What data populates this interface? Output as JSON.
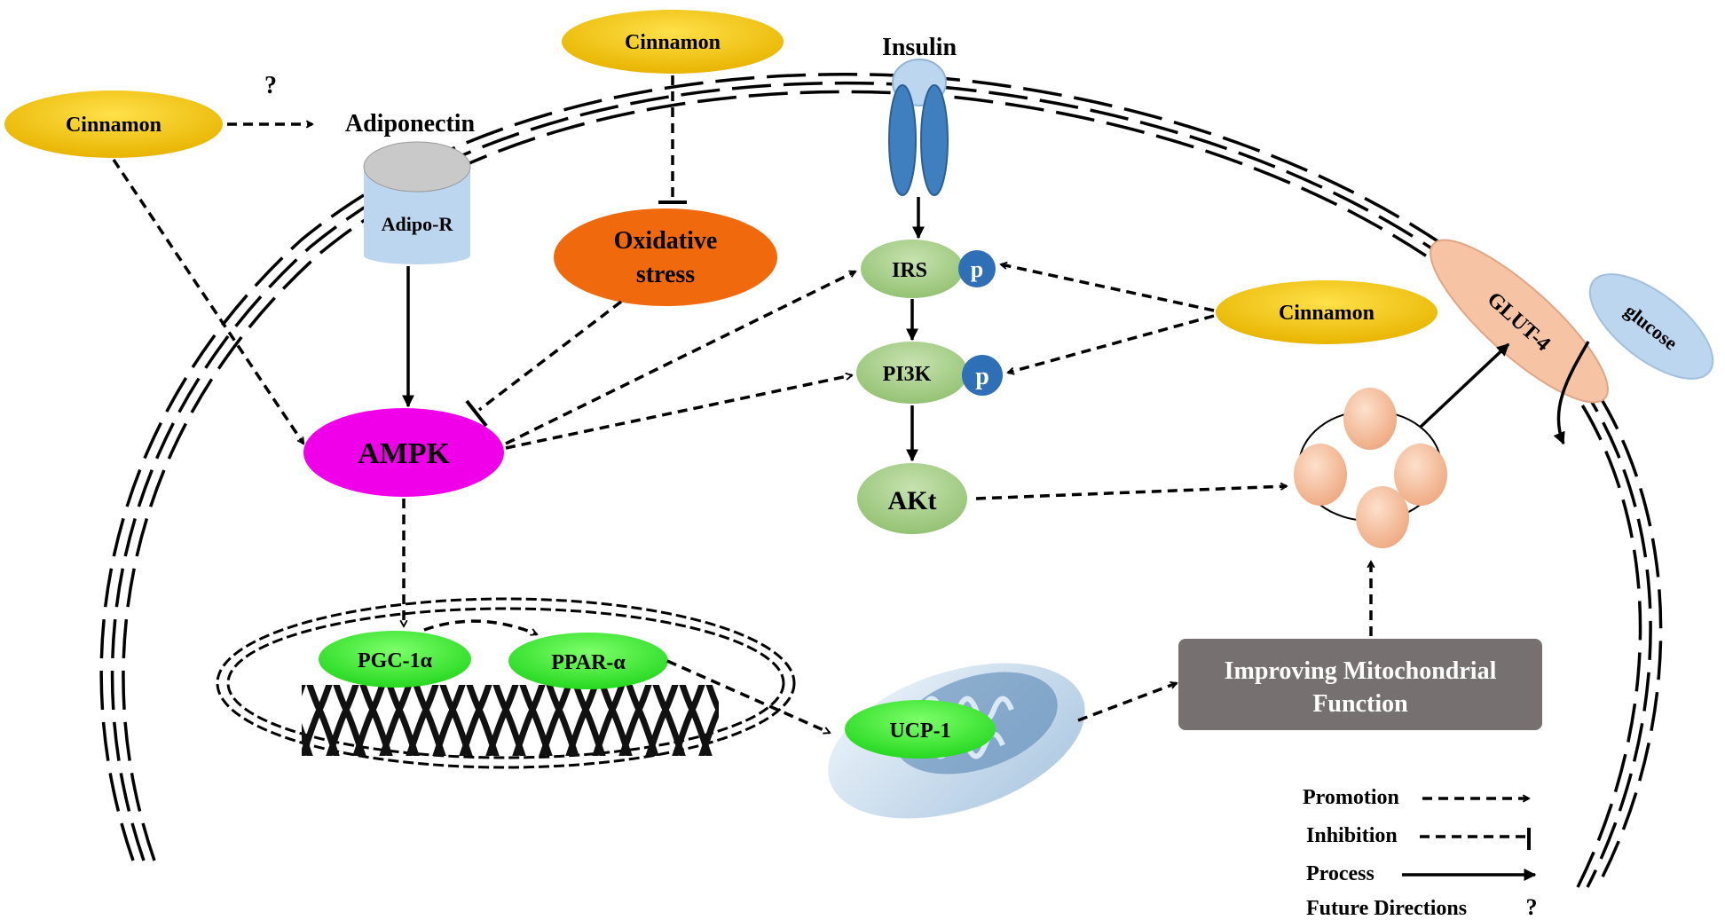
{
  "nodes": {
    "cinnamon_left": "Cinnamon",
    "cinnamon_top": "Cinnamon",
    "cinnamon_right": "Cinnamon",
    "adiponectin": "Adiponectin",
    "question_mark": "?",
    "adipo_r": "Adipo-R",
    "insulin": "Insulin",
    "oxidative_stress_line1": "Oxidative",
    "oxidative_stress_line2": "stress",
    "ampk": "AMPK",
    "irs": "IRS",
    "pi3k": "PI3K",
    "akt": "AKt",
    "phospho": "p",
    "glut4": "GLUT-4",
    "glucose": "glucose",
    "pgc1a": "PGC-1α",
    "ppara": "PPAR-α",
    "ucp1": "UCP-1",
    "mito_function_line1": "Improving Mitochondrial",
    "mito_function_line2": "Function"
  },
  "legend": {
    "promotion": "Promotion",
    "inhibition": "Inhibition",
    "process": "Process",
    "future_directions": "Future Directions",
    "future_symbol": "?"
  },
  "colors": {
    "cinnamon": "#f2c200",
    "oxidative_stress": "#f06a0d",
    "ampk": "#f000e8",
    "signaling": "#a8cf8b",
    "phospho": "#2f6fb5",
    "receptor": "#bcd6ef",
    "insulin_receptor": "#3f7fc0",
    "glut4": "#f6c3a4",
    "glucose": "#bcd6ef",
    "nuclear_factor": "#37e832",
    "mito_box": "#777070",
    "vesicle": "#f5bfa0"
  }
}
